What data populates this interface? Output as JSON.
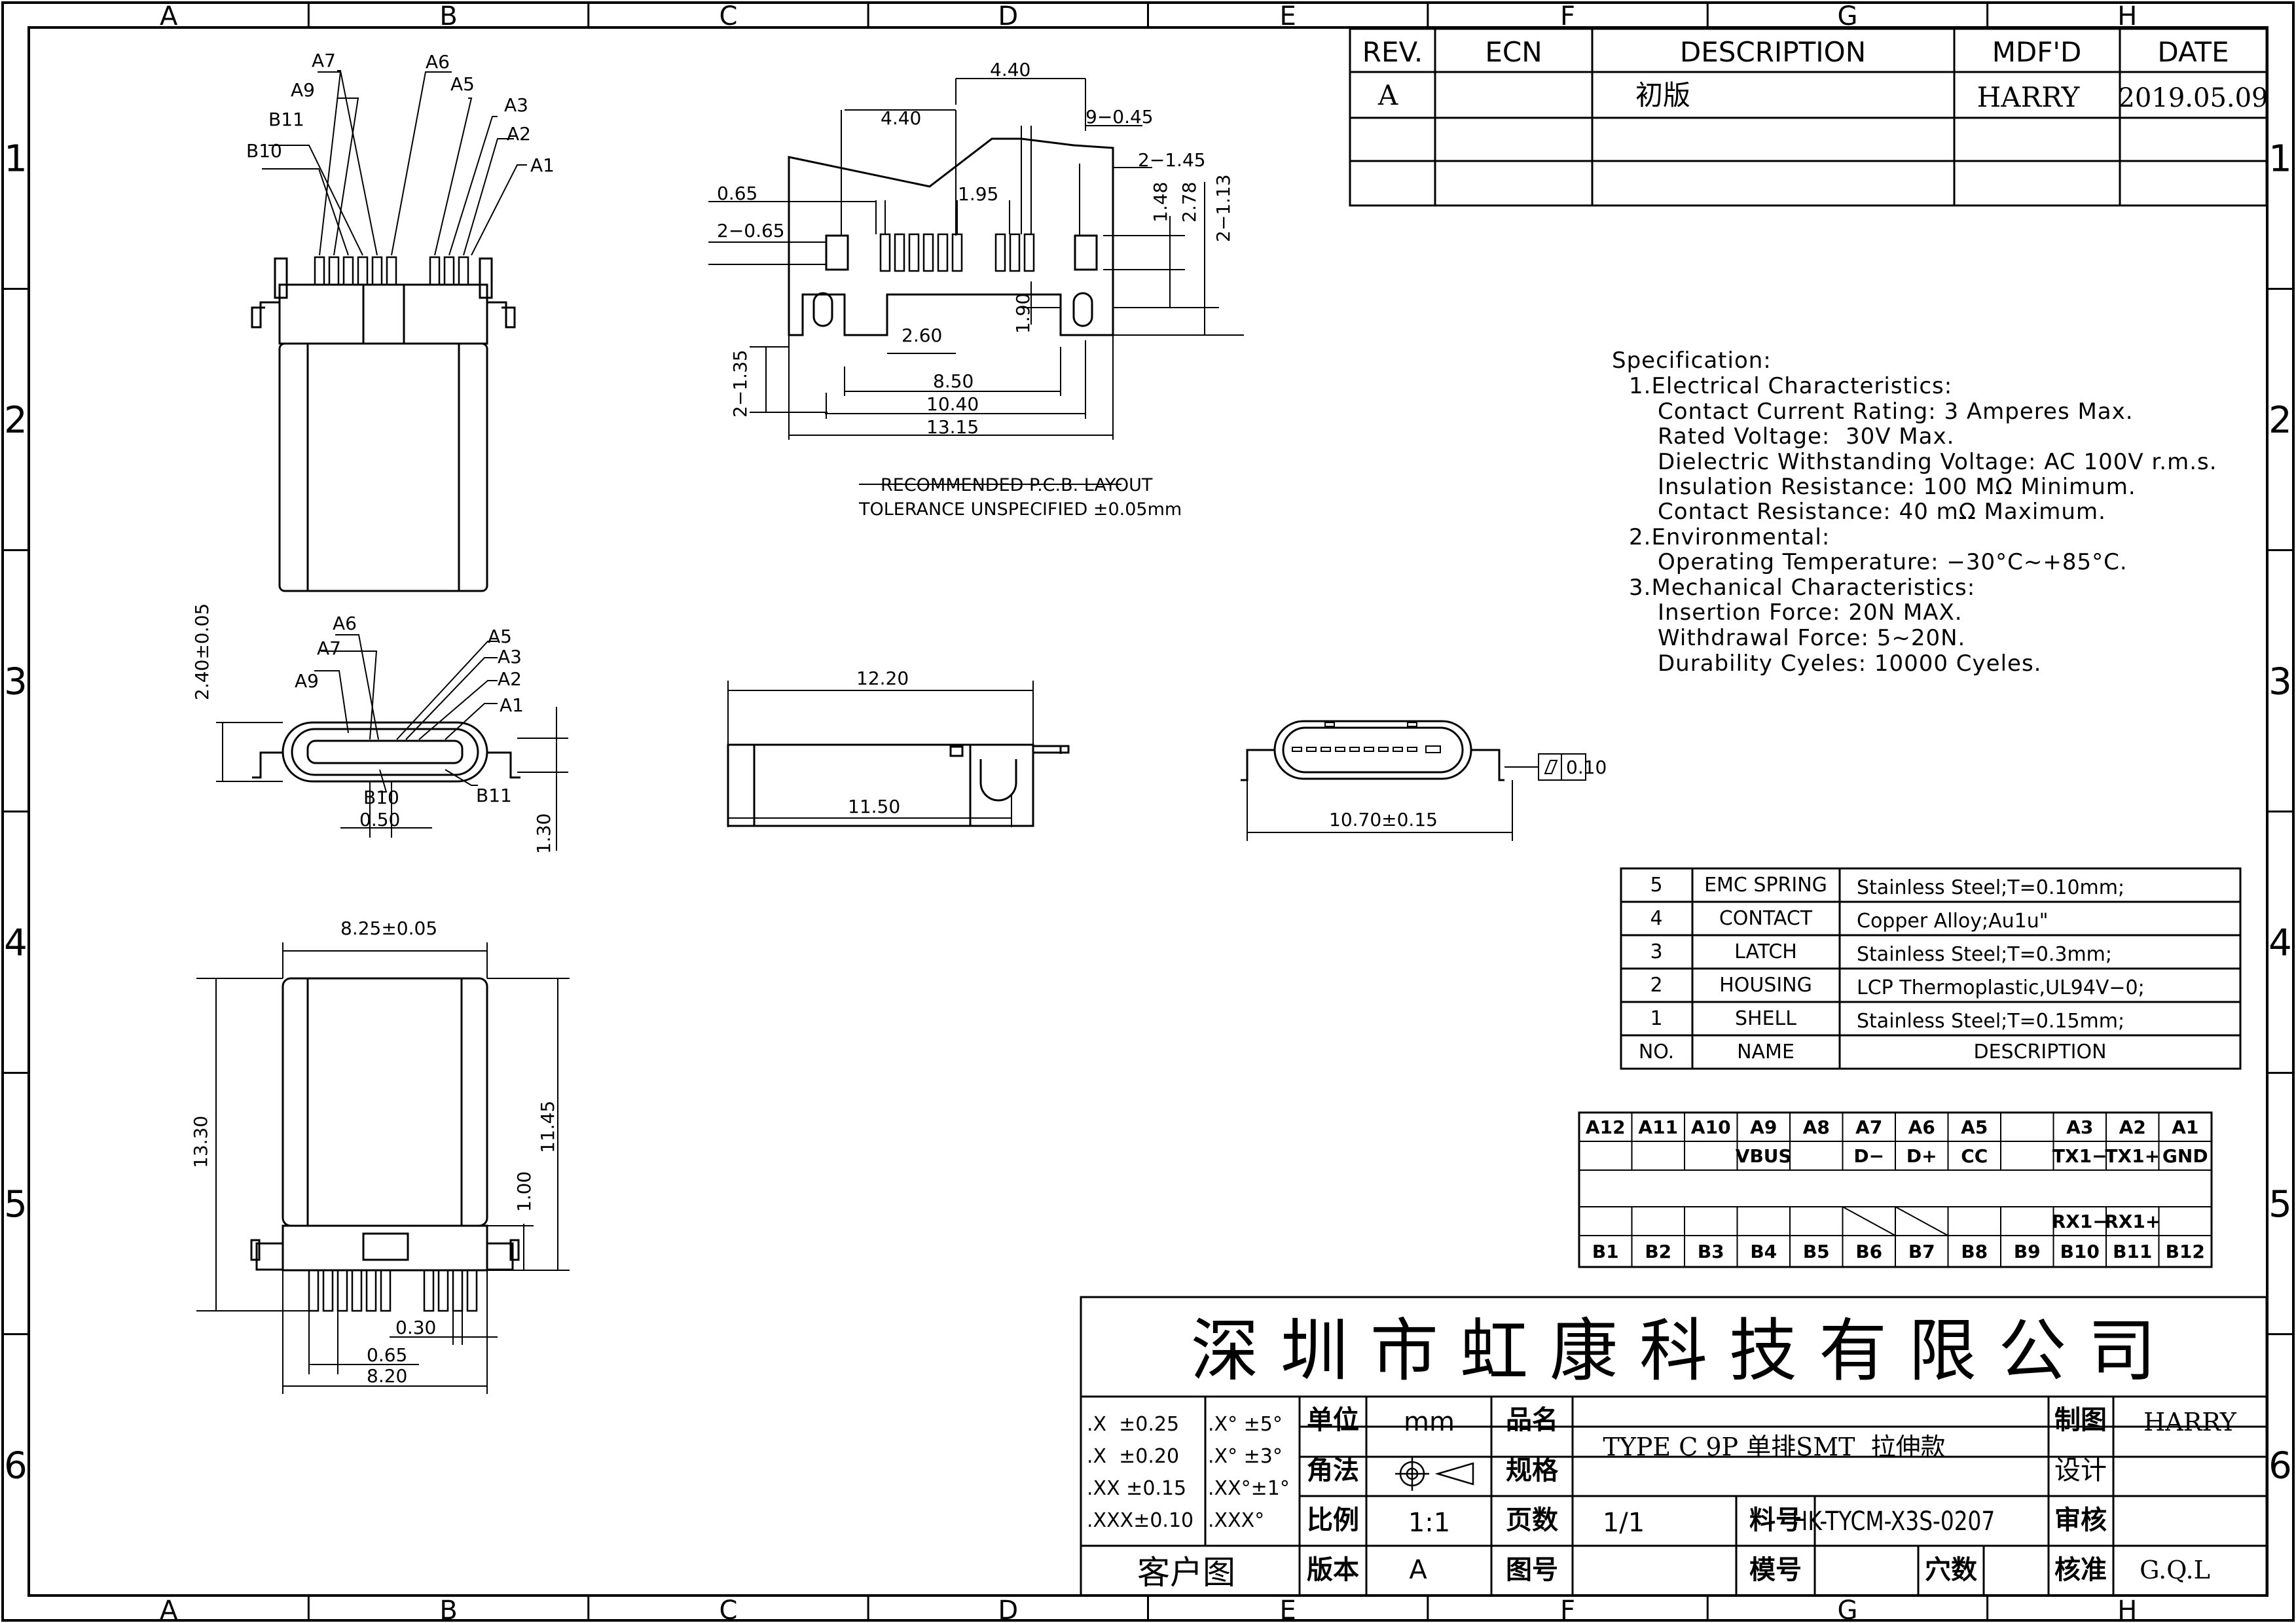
{
  "frame": {
    "columns": [
      "A",
      "B",
      "C",
      "D",
      "E",
      "F",
      "G",
      "H"
    ],
    "rows": [
      "1",
      "2",
      "3",
      "4",
      "5",
      "6"
    ]
  },
  "revision": {
    "headers": [
      "REV.",
      "ECN",
      "DESCRIPTION",
      "MDF'D",
      "DATE"
    ],
    "rows": [
      [
        "A",
        "",
        "初版",
        "HARRY",
        "2019.05.09"
      ],
      [
        "",
        "",
        "",
        "",
        ""
      ],
      [
        "",
        "",
        "",
        "",
        ""
      ]
    ]
  },
  "specification": {
    "lines": [
      "Specification:",
      "1.Electrical Characteristics:",
      "Contact Current Rating: 3 Amperes Max.",
      "Rated Voltage:  30V Max.",
      "Dielectric Withstanding Voltage: AC 100V r.m.s.",
      "Insulation Resistance: 100 MΩ Minimum.",
      "Contact Resistance: 40 mΩ Maximum.",
      "2.Environmental:",
      "Operating Temperature: −30°C~+85°C.",
      "3.Mechanical Characteristics:",
      "Insertion Force: 20N MAX.",
      "Withdrawal Force: 5~20N.",
      "Durability Cyeles: 10000 Cyeles."
    ]
  },
  "bom": {
    "rows": [
      [
        "5",
        "EMC SPRING",
        "Stainless Steel;T=0.10mm;"
      ],
      [
        "4",
        "CONTACT",
        "Copper Alloy;Au1u\""
      ],
      [
        "3",
        "LATCH",
        "Stainless Steel;T=0.3mm;"
      ],
      [
        "2",
        "HOUSING",
        "LCP Thermoplastic,UL94V−0;"
      ],
      [
        "1",
        "SHELL",
        "Stainless Steel;T=0.15mm;"
      ],
      [
        "NO.",
        "NAME",
        "DESCRIPTION"
      ]
    ]
  },
  "pinout": {
    "a_pins": [
      "A12",
      "A11",
      "A10",
      "A9",
      "A8",
      "A7",
      "A6",
      "A5",
      "",
      "A3",
      "A2",
      "A1"
    ],
    "a_signals": [
      "",
      "",
      "",
      "VBUS",
      "",
      "D−",
      "D+",
      "CC",
      "",
      "TX1−",
      "TX1+",
      "GND"
    ],
    "b_signals": [
      "",
      "",
      "",
      "",
      "",
      "",
      "",
      "",
      "",
      "RX1−",
      "RX1+",
      ""
    ],
    "b_pins": [
      "B1",
      "B2",
      "B3",
      "B4",
      "B5",
      "B6",
      "B7",
      "B8",
      "B9",
      "B10",
      "B11",
      "B12"
    ]
  },
  "title_block": {
    "company": "深 圳 市 虹 康 科 技 有 限 公 司",
    "tolerances_linear": [
      ".X  ±0.25",
      ".X  ±0.20",
      ".XX ±0.15",
      ".XXX±0.10"
    ],
    "tolerances_angular": [
      ".X° ±5°",
      ".X° ±3°",
      ".XX°±1°",
      ".XXX°"
    ],
    "customer_drawing": "客户图",
    "unit_label": "单位",
    "unit_value": "mm",
    "projection_label": "角法",
    "scale_label": "比例",
    "scale_value": "1:1",
    "version_label": "版本",
    "version_value": "A",
    "name_label": "品名",
    "spec_label": "规格",
    "product_name": "TYPE C 9P 单排SMT  拉伸款",
    "page_label": "页数",
    "page_value": "1/1",
    "drawing_no_label": "图号",
    "part_no_label": "料号",
    "part_no_value": "HK-TYCM-X3S-0207",
    "mold_no_label": "模号",
    "cavity_label": "穴数",
    "drawn_label": "制图",
    "drawn_value": "HARRY",
    "design_label": "设计",
    "design_value": "",
    "check_label": "审核",
    "check_value": "",
    "approve_label": "核准",
    "approve_value": "G.Q.L"
  },
  "views": {
    "top": {
      "pin_labels": [
        "A7",
        "A6",
        "A9",
        "A5",
        "B11",
        "A3",
        "A2",
        "B10",
        "A1"
      ]
    },
    "pcb": {
      "dims": [
        "4.40",
        "4.40",
        "9−0.45",
        "2−1.45",
        "0.65",
        "1.95",
        "2−0.65",
        "1.48",
        "2.78",
        "2−1.13",
        "1.90",
        "2.60",
        "2−1.35",
        "8.50",
        "10.40",
        "13.15"
      ],
      "caption": "RECOMMENDED P.C.B. LAYOUT",
      "tolerance": "TOLERANCE UNSPECIFIED ±0.05mm"
    },
    "front": {
      "labels": [
        "A6",
        "A5",
        "A7",
        "A3",
        "A9",
        "A2",
        "A1",
        "B10",
        "B11"
      ],
      "dims": [
        "2.40±0.05",
        "0.50",
        "1.30"
      ]
    },
    "side": {
      "dims": [
        "12.20",
        "11.50"
      ]
    },
    "end": {
      "dims": [
        "10.70±0.15"
      ],
      "flatness": "0.10"
    },
    "bottom": {
      "dims": [
        "8.25±0.05",
        "13.30",
        "11.45",
        "1.00",
        "0.30",
        "0.65",
        "8.20"
      ]
    }
  }
}
